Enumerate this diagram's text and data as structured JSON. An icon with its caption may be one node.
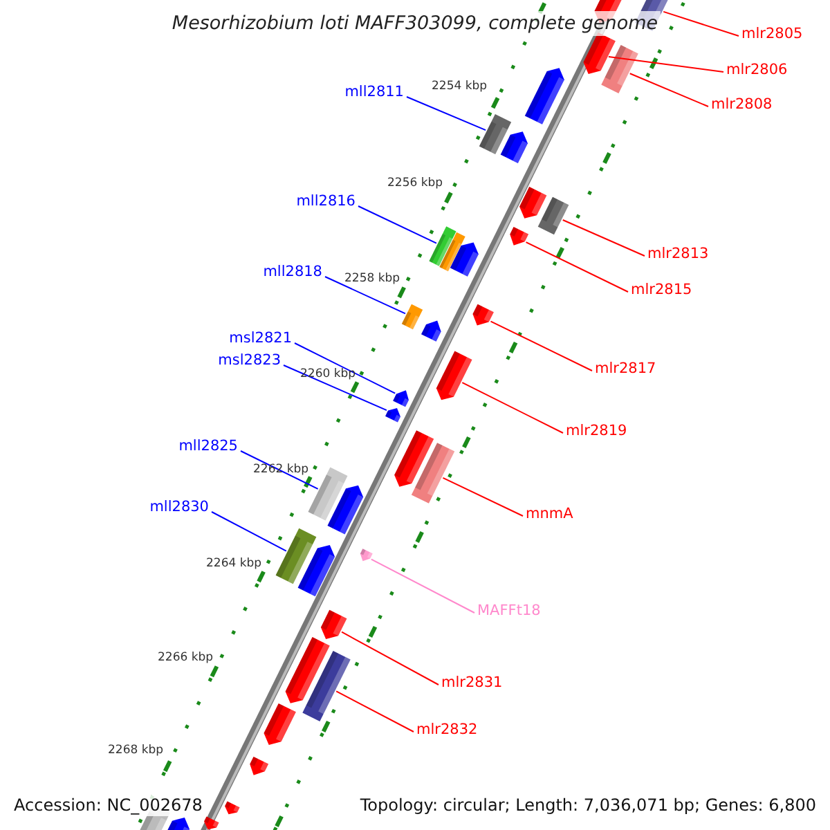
{
  "diagram": {
    "title": "Mesorhizobium loti MAFF303099, complete genome",
    "nodes": [
      {
        "text": [
          "mlr2805"
        ]
      },
      {
        "text": [
          "mlr2806"
        ]
      },
      {
        "text": [
          "mll2811"
        ]
      },
      {
        "text": [
          "mlr2808"
        ]
      },
      {
        "text": [
          "mll2816"
        ]
      },
      {
        "text": [
          "mlr2813"
        ]
      },
      {
        "text": [
          "mll2818"
        ]
      },
      {
        "text": [
          "mlr2815"
        ]
      },
      {
        "text": [
          "msl2821"
        ]
      },
      {
        "text": [
          "msl2823"
        ]
      },
      {
        "text": [
          "mlr2817"
        ]
      },
      {
        "text": [
          "mlr2819"
        ]
      },
      {
        "text": [
          "mll2825"
        ]
      },
      {
        "text": [
          "mll2830"
        ]
      },
      {
        "text": [
          "mnmA"
        ]
      },
      {
        "text": [
          "MAFFt18"
        ]
      },
      {
        "text": [
          "mlr2831"
        ]
      },
      {
        "text": [
          "mlr2832"
        ]
      },
      {
        "text": [],
        "shape": "box"
      },
      {
        "text": [],
        "shape": "pentagon"
      },
      {
        "text": [],
        "shape": "box"
      },
      {
        "text": [],
        "shape": "box"
      },
      {
        "text": [],
        "shape": "box"
      },
      {
        "text": [],
        "shape": "box"
      },
      {
        "text": [],
        "shape": "box"
      },
      {
        "text": [],
        "shape": "pentagon"
      },
      {
        "text": [],
        "shape": "pentagon"
      },
      {
        "text": [],
        "shape": "pentagon"
      },
      {
        "text": [],
        "shape": "pentagon"
      },
      {
        "text": [],
        "shape": "pentagon"
      },
      {
        "text": [],
        "shape": "box"
      },
      {
        "text": [],
        "shape": "box"
      },
      {
        "text": [],
        "shape": "box"
      },
      {
        "text": [],
        "shape": "pentagon"
      },
      {
        "text": [],
        "shape": "pentagon"
      },
      {
        "text": [],
        "shape": "box"
      },
      {
        "text": [],
        "shape": "pentagon"
      },
      {
        "text": [],
        "shape": "pentagon"
      },
      {
        "text": [],
        "shape": "pentagon"
      },
      {
        "text": [],
        "shape": "pentagon"
      },
      {
        "text": [],
        "shape": "box"
      },
      {
        "text": [],
        "shape": "pentagon"
      },
      {
        "text": [],
        "shape": "pentagon"
      },
      {
        "text": [],
        "shape": "pentagon"
      },
      {
        "text": [],
        "shape": "pentagon"
      },
      {
        "text": [],
        "shape": "pentagon"
      },
      {
        "text": [],
        "shape": "pentagon"
      },
      {
        "text": [],
        "shape": "pentagon"
      },
      {
        "text": [],
        "shape": "pentagon"
      },
      {
        "text": [],
        "shape": "pentagon"
      },
      {
        "text": [],
        "shape": "pentagon"
      },
      {
        "text": [],
        "shape": "box"
      },
      {
        "text": [],
        "shape": "pentagon"
      }
    ],
    "edges": [
      {
        "from": 0,
        "to": 18,
        "arrow": "none"
      },
      {
        "from": 1,
        "to": 19,
        "arrow": "none"
      },
      {
        "from": 2,
        "to": 20,
        "arrow": "none",
        "color": "#0000ff"
      },
      {
        "from": 3,
        "to": 21,
        "arrow": "none"
      },
      {
        "from": 4,
        "to": 22,
        "arrow": "none",
        "color": "#0000ff"
      },
      {
        "from": 5,
        "to": 23,
        "arrow": "none"
      },
      {
        "from": 6,
        "to": 24,
        "arrow": "none",
        "color": "#0000ff"
      },
      {
        "from": 7,
        "to": 25,
        "arrow": "none"
      },
      {
        "from": 8,
        "to": 26,
        "arrow": "none",
        "color": "#0000ff"
      },
      {
        "from": 9,
        "to": 27,
        "arrow": "none",
        "color": "#0000ff"
      },
      {
        "from": 10,
        "to": 28,
        "arrow": "none"
      },
      {
        "from": 11,
        "to": 29,
        "arrow": "none"
      },
      {
        "from": 12,
        "to": 30,
        "arrow": "none",
        "color": "#0000ff"
      },
      {
        "from": 13,
        "to": 31,
        "arrow": "none",
        "color": "#0000ff"
      },
      {
        "from": 14,
        "to": 32,
        "arrow": "none"
      },
      {
        "from": 15,
        "to": 33,
        "arrow": "none",
        "color": "#ff88cc"
      },
      {
        "from": 16,
        "to": 34,
        "arrow": "none"
      },
      {
        "from": 17,
        "to": 35,
        "arrow": "none"
      }
    ],
    "labels": [
      "2254 kbp",
      "2256 kbp",
      "2258 kbp",
      "2260 kbp",
      "2262 kbp",
      "2264 kbp",
      "2266 kbp",
      "2268 kbp",
      "Accession: NC_002678",
      "Topology: circular; Length: 7,036,071 bp; Genes: 6,800"
    ]
  }
}
